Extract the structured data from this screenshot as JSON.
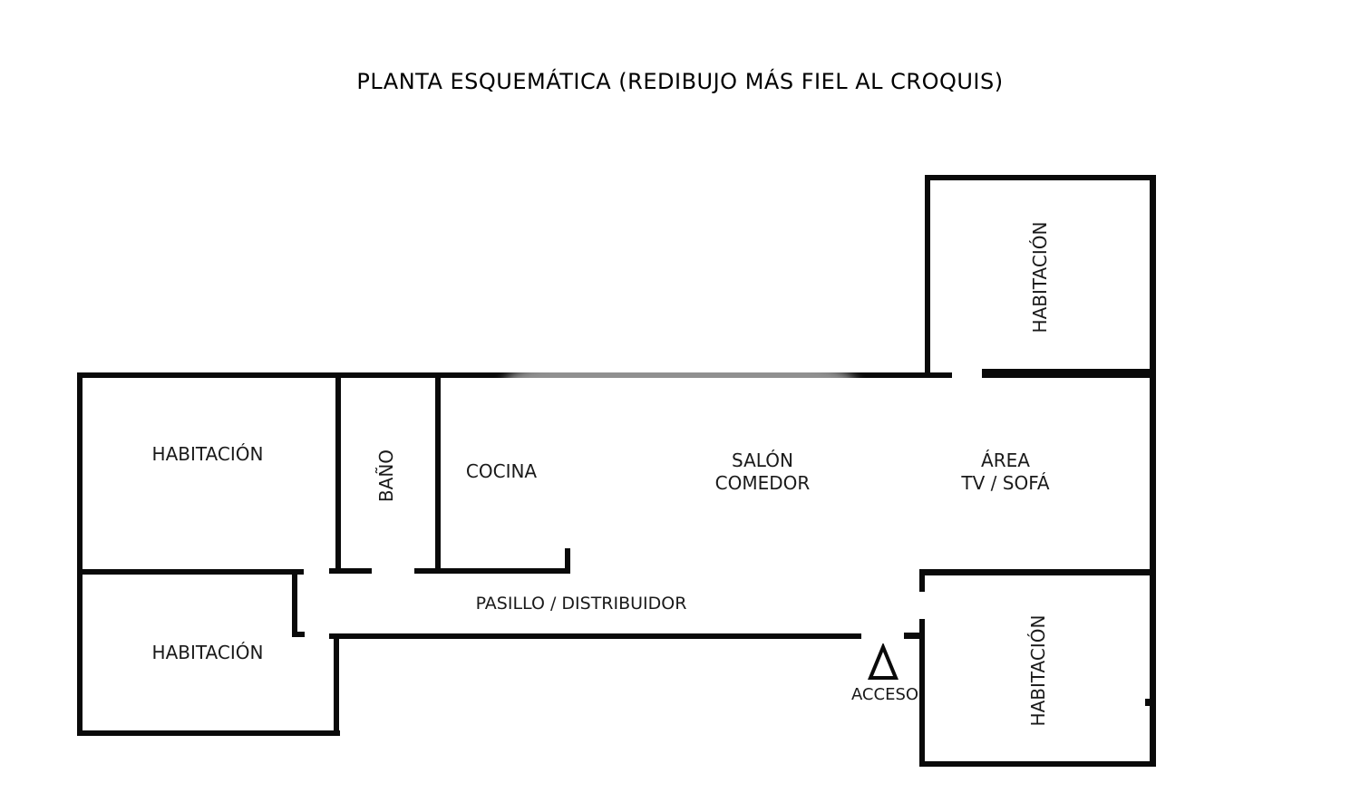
{
  "title": "PLANTA ESQUEMÁTICA (REDIBUJO MÁS FIEL AL CROQUIS)",
  "rooms": {
    "habitacion_top_left": {
      "label": "HABITACIÓN"
    },
    "habitacion_bottom_left": {
      "label": "HABITACIÓN"
    },
    "habitacion_top_right": {
      "label": "HABITACIÓN"
    },
    "habitacion_bottom_right": {
      "label": "HABITACIÓN"
    },
    "bano": {
      "label": "BAÑO"
    },
    "cocina": {
      "label": "COCINA"
    },
    "salon_comedor": {
      "line1": "SALÓN",
      "line2": "COMEDOR"
    },
    "area_tv_sofa": {
      "line1": "ÁREA",
      "line2": "TV / SOFÁ"
    },
    "pasillo": {
      "label": "PASILLO / DISTRIBUIDOR"
    }
  },
  "entrance": {
    "label": "ACCESO",
    "symbol": "triangle-up-icon"
  },
  "colors": {
    "wall": "#0a0a0a",
    "text": "#1a1a1a",
    "background": "#ffffff"
  }
}
